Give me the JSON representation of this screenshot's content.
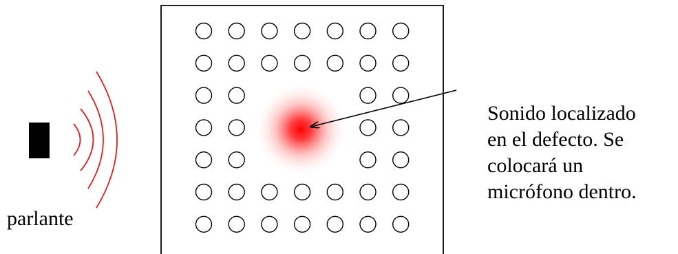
{
  "speaker": {
    "label": "parlante",
    "body_color": "#000000",
    "wave_color": "#e02020"
  },
  "crystal": {
    "rows": 7,
    "cols": 7,
    "missing_holes": [
      [
        2,
        2
      ],
      [
        2,
        3
      ],
      [
        2,
        4
      ],
      [
        3,
        2
      ],
      [
        3,
        3
      ],
      [
        3,
        4
      ],
      [
        4,
        2
      ],
      [
        4,
        3
      ],
      [
        4,
        4
      ]
    ],
    "defect_color": "#ff0000"
  },
  "annotation": {
    "lines": [
      "Sonido localizado",
      "en el defecto. Se",
      "colocará un",
      "micrófono dentro."
    ]
  }
}
